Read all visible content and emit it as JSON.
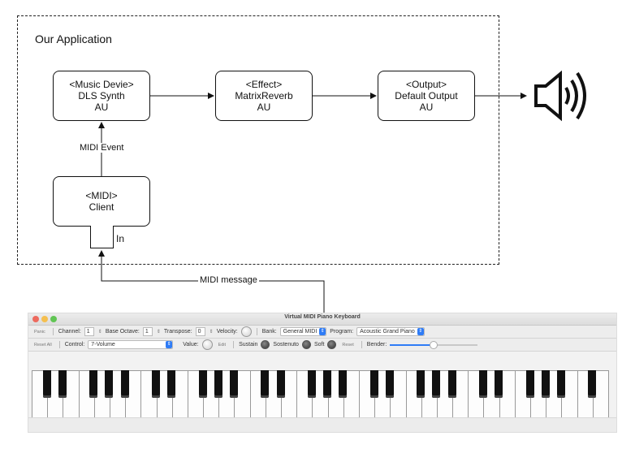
{
  "diagram": {
    "app_title": "Our Application",
    "nodes": {
      "synth": [
        "<Music Devie>",
        "DLS Synth",
        "AU"
      ],
      "reverb": [
        "<Effect>",
        "MatrixReverb",
        "AU"
      ],
      "output": [
        "<Output>",
        "Default Output",
        "AU"
      ],
      "client": [
        "<MIDI>",
        "Client"
      ]
    },
    "in_port_label": "In",
    "edge_labels": {
      "midi_event": "MIDI Event",
      "midi_message": "MIDI message"
    },
    "speaker_icon": "speaker-icon"
  },
  "vmpk": {
    "window_title": "Virtual MIDI Piano Keyboard",
    "toolbar1": {
      "panic": "Panic",
      "channel_label": "Channel:",
      "channel_value": "1",
      "base_octave_label": "Base Octave:",
      "base_octave_value": "1",
      "transpose_label": "Transpose:",
      "transpose_value": "0",
      "velocity_label": "Velocity:",
      "bank_label": "Bank:",
      "bank_value": "General MIDI",
      "program_label": "Program:",
      "program_value": "Acoustic Grand Piano"
    },
    "toolbar2": {
      "reset_all": "Reset All",
      "control_label": "Control:",
      "control_value": "7-Volume",
      "value_label": "Value:",
      "edit": "Edit",
      "sustain": "Sustain",
      "sostenuto": "Sostenuto",
      "soft": "Soft",
      "reset": "Reset",
      "bender_label": "Bender:",
      "bender_level": 0.5
    },
    "keyboard": {
      "white_keys": 37
    },
    "colors": {
      "accent": "#2f7cf6",
      "close": "#ed6a5e",
      "minimize": "#f5bf4f",
      "maximize": "#61c554"
    }
  }
}
